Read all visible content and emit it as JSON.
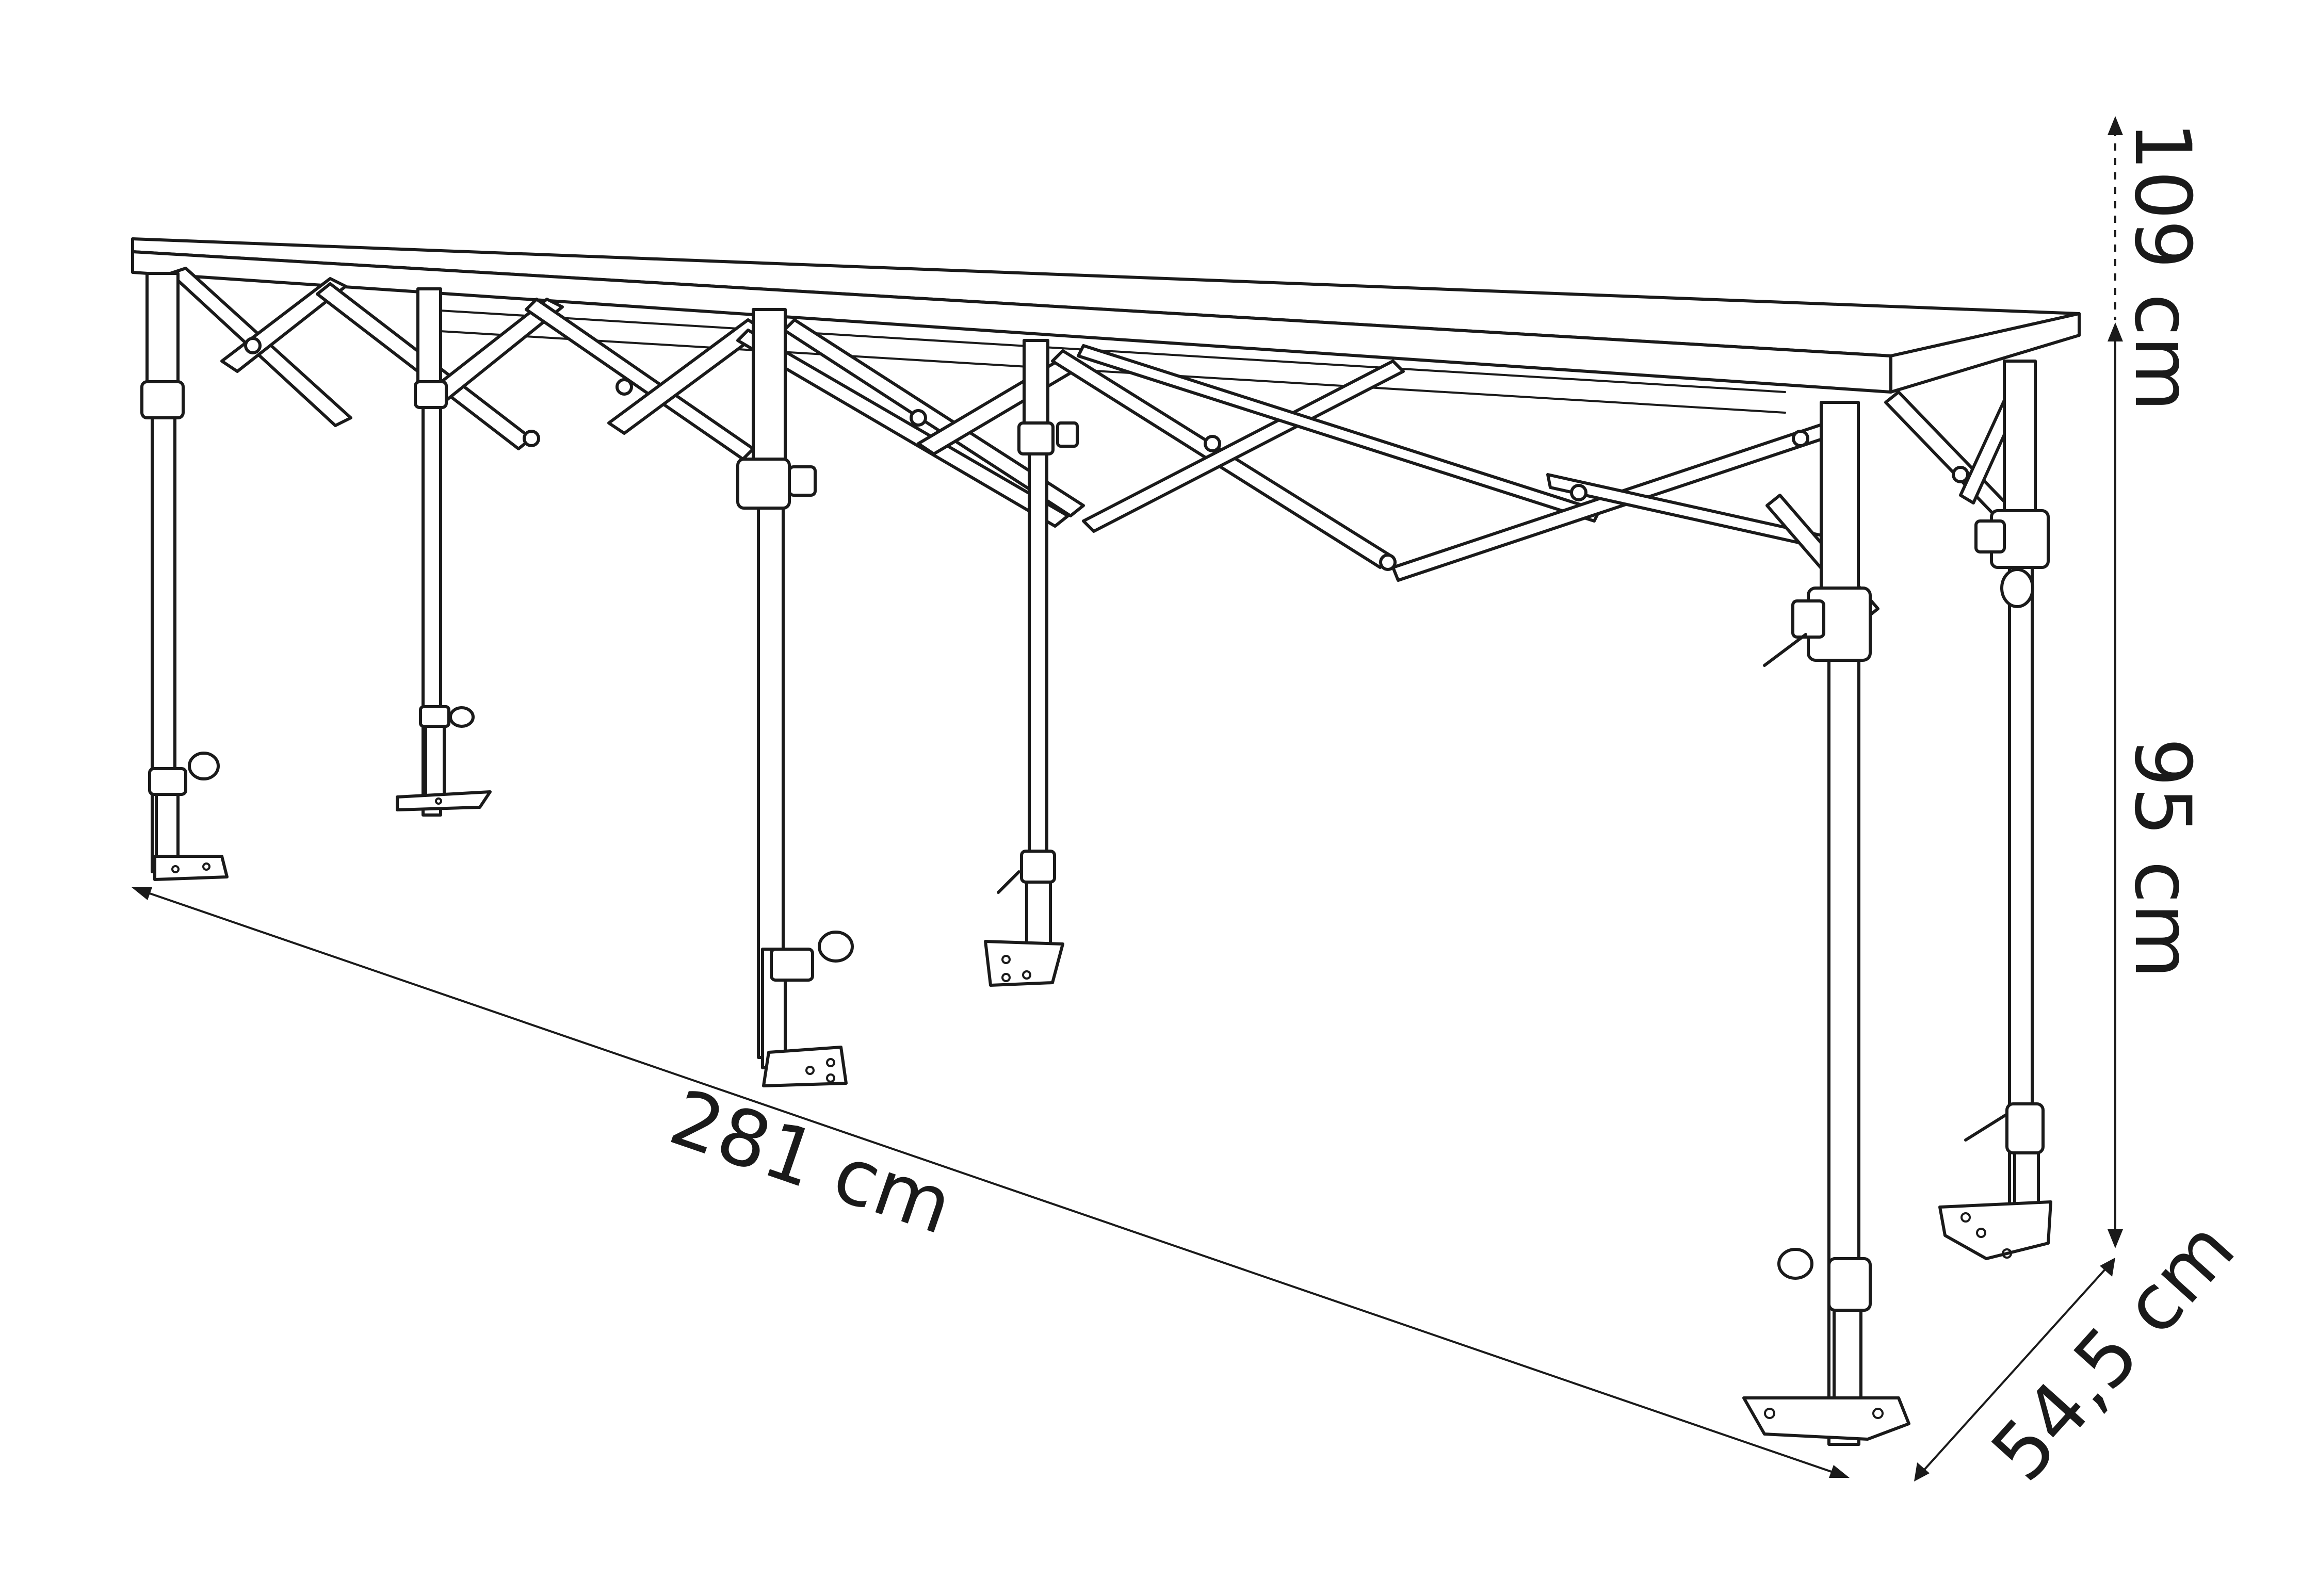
{
  "dimensions": {
    "total_height": "109 cm",
    "table_height": "95 cm",
    "length": "281 cm",
    "depth": "54,5 cm"
  },
  "colors": {
    "line": "#1a1a1a",
    "background": "#ffffff"
  }
}
